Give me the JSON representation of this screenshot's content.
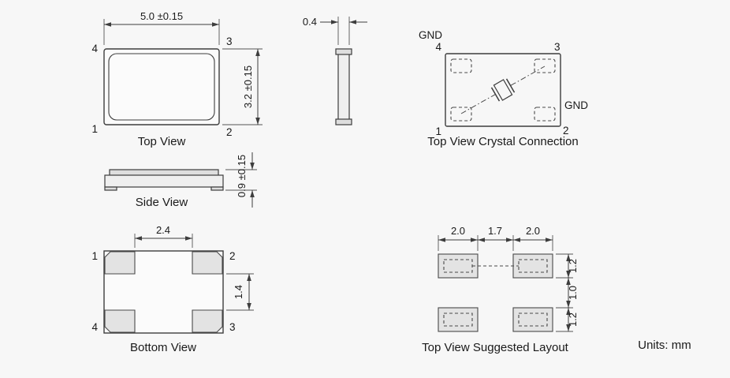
{
  "units_label": "Units: mm",
  "views": {
    "top_view": {
      "caption": "Top View",
      "dim_width": "5.0 ±0.15",
      "dim_height": "3.2 ±0.15",
      "pin_tl": "4",
      "pin_tr": "3",
      "pin_bl": "1",
      "pin_br": "2"
    },
    "end_view": {
      "dim_width": "0.4"
    },
    "crystal_connection": {
      "caption": "Top View Crystal Connection",
      "gnd_top": "GND",
      "gnd_right": "GND",
      "pin_tl": "4",
      "pin_tr": "3",
      "pin_bl": "1",
      "pin_br": "2"
    },
    "side_view": {
      "caption": "Side View",
      "dim_height": "0.9 ±0.15"
    },
    "bottom_view": {
      "caption": "Bottom View",
      "dim_width": "2.4",
      "dim_height": "1.4",
      "pin_tl": "1",
      "pin_tr": "2",
      "pin_bl": "4",
      "pin_br": "3"
    },
    "suggested_layout": {
      "caption": "Top View Suggested Layout",
      "dim_top_left": "2.0",
      "dim_top_mid": "1.7",
      "dim_top_right": "2.0",
      "dim_right_top": "1.2",
      "dim_right_mid": "1.0",
      "dim_right_bottom": "1.2"
    }
  },
  "colors": {
    "background": "#f7f7f7",
    "line": "#3d3d3d",
    "text": "#1a1a1a",
    "pad_fill": "#e3e3e3"
  }
}
